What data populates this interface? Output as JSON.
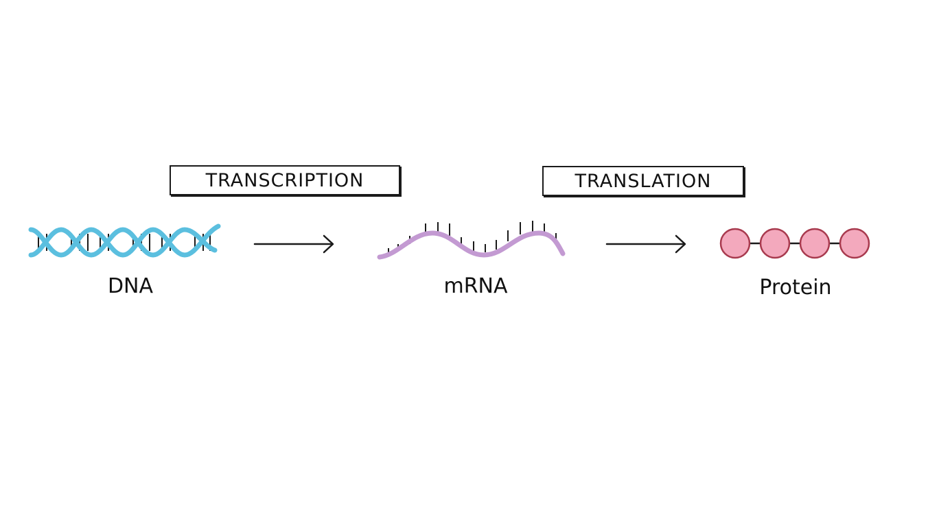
{
  "processes": {
    "transcription": "TRANSCRIPTION",
    "translation": "TRANSLATION"
  },
  "stages": {
    "dna": "DNA",
    "mrna": "mRNA",
    "protein": "Protein"
  },
  "protein_residue_count": 4,
  "colors": {
    "dna_strand": "#5bbfdf",
    "mrna_strand": "#c39ad2",
    "protein_fill": "#f3a9bd",
    "protein_outline": "#a83a4e",
    "ink": "#1a1a1a"
  },
  "icons": {
    "dna": "dna-double-helix-icon",
    "mrna": "mrna-strand-icon",
    "protein": "amino-acid-chain-icon",
    "arrow": "right-arrow-icon"
  }
}
